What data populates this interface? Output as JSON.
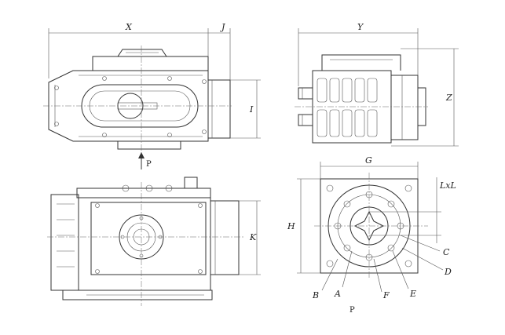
{
  "figure": {
    "front_view": {
      "dim_width": "X",
      "dim_offset": "J",
      "dim_height": "I",
      "arrow_label": "P"
    },
    "side_view": {
      "dim_width": "Y",
      "dim_height": "Z"
    },
    "bottom_view": {
      "dim_height": "K"
    },
    "flange_view": {
      "dim_width": "G",
      "dim_height": "H",
      "dim_key": "LxL",
      "callouts": [
        "A",
        "B",
        "C",
        "D",
        "E",
        "F"
      ],
      "view_label": "P"
    }
  }
}
